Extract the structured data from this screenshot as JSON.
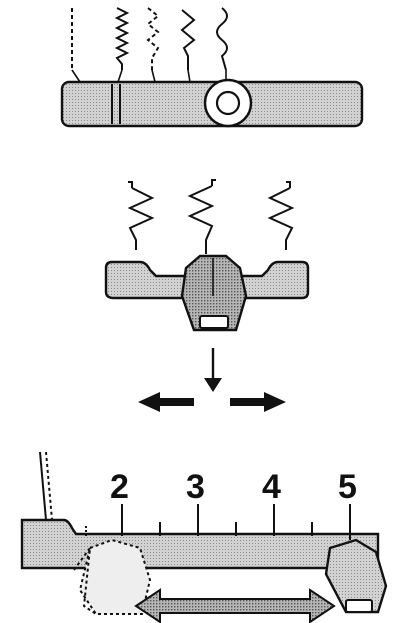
{
  "figure": {
    "scale_labels": [
      "2",
      "3",
      "4",
      "5"
    ],
    "colors": {
      "ink": "#111111",
      "fill": "#c8c8c8",
      "fill_dark": "#9a9a9a",
      "background": "#ffffff"
    },
    "icons": [
      "stitch-selector-bar",
      "zigzag-pattern-icon",
      "presser-knob-icon",
      "left-arrow-icon",
      "right-arrow-icon",
      "down-arrow-icon",
      "double-headed-arrow-icon"
    ]
  }
}
